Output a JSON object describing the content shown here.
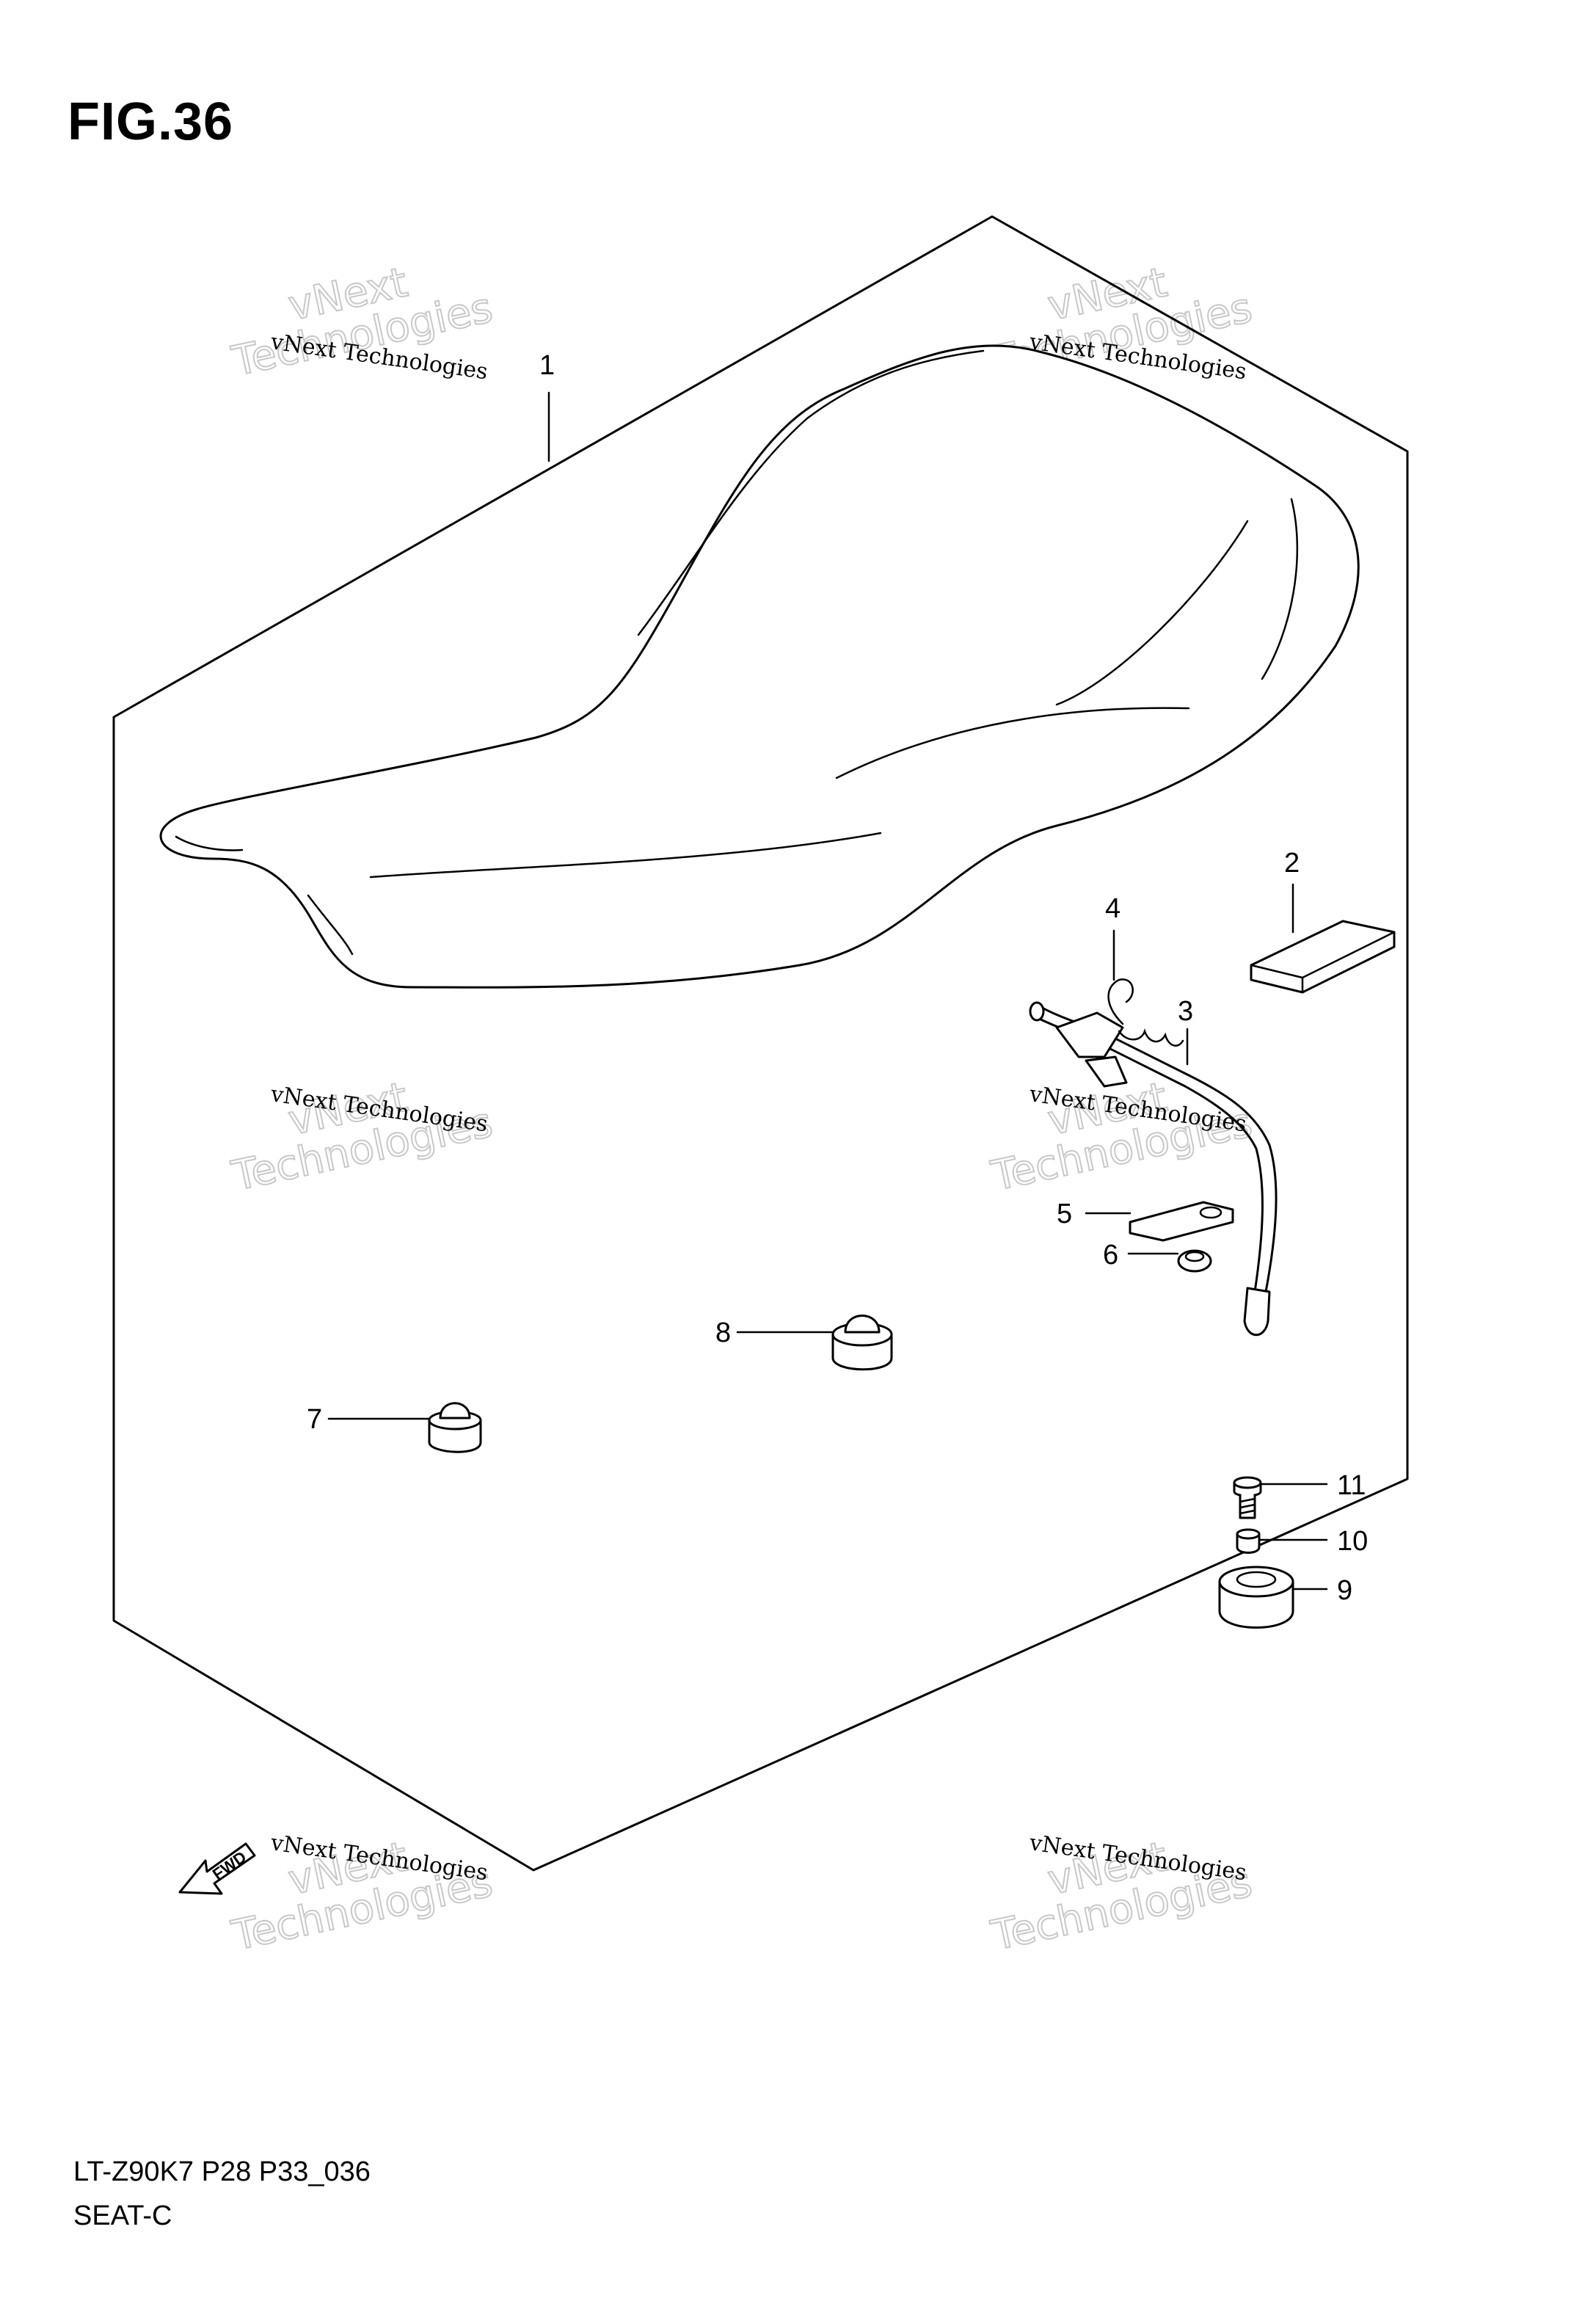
{
  "figure": {
    "title": "FIG.36",
    "model_code": "LT-Z90K7 P28 P33_036",
    "section_name": "SEAT-C"
  },
  "callouts": {
    "c1": "1",
    "c2": "2",
    "c3": "3",
    "c4": "4",
    "c5": "5",
    "c6": "6",
    "c7": "7",
    "c8": "8",
    "c9": "9",
    "c10": "10",
    "c11": "11"
  },
  "forward_indicator": "FWD",
  "watermark": {
    "line_small": "vNext Technologies",
    "line_top": "vNext",
    "line_big": "Technologies"
  }
}
